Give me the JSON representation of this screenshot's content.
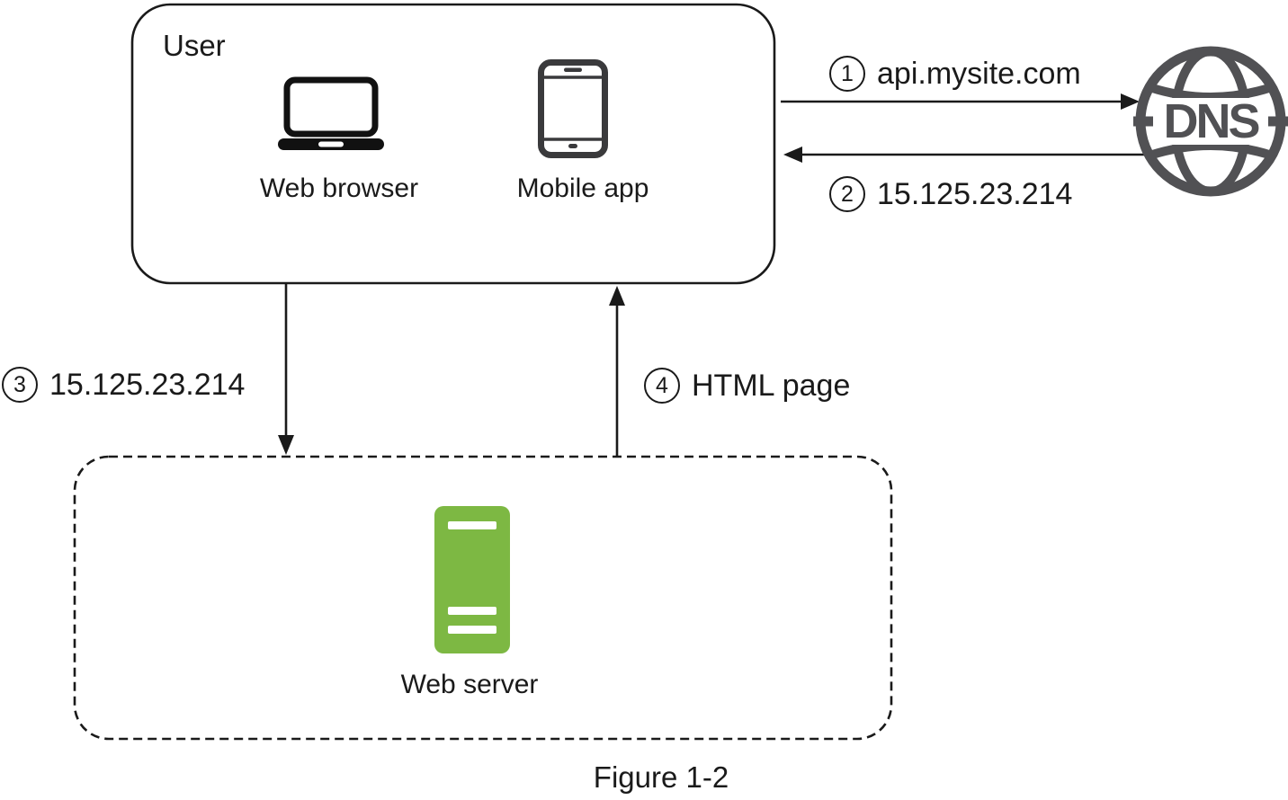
{
  "user_box": {
    "title": "User",
    "devices": [
      {
        "icon": "laptop-icon",
        "label": "Web browser"
      },
      {
        "icon": "smartphone-icon",
        "label": "Mobile app"
      }
    ]
  },
  "dns_node": {
    "label": "DNS"
  },
  "server_box": {
    "icon": "server-icon",
    "label": "Web server"
  },
  "steps": [
    {
      "number": "1",
      "label": "api.mysite.com",
      "direction": "right",
      "from": "user-box",
      "to": "dns"
    },
    {
      "number": "2",
      "label": "15.125.23.214",
      "direction": "left",
      "from": "dns",
      "to": "user-box"
    },
    {
      "number": "3",
      "label": "15.125.23.214",
      "direction": "down",
      "from": "user-box",
      "to": "web-server-box"
    },
    {
      "number": "4",
      "label": "HTML page",
      "direction": "up",
      "from": "web-server-box",
      "to": "user-box"
    }
  ],
  "caption": "Figure 1-2",
  "colors": {
    "line": "#1a1a1a",
    "dns_gray": "#515154",
    "phone_gray": "#3a3a3c",
    "server_green": "#7db843"
  }
}
